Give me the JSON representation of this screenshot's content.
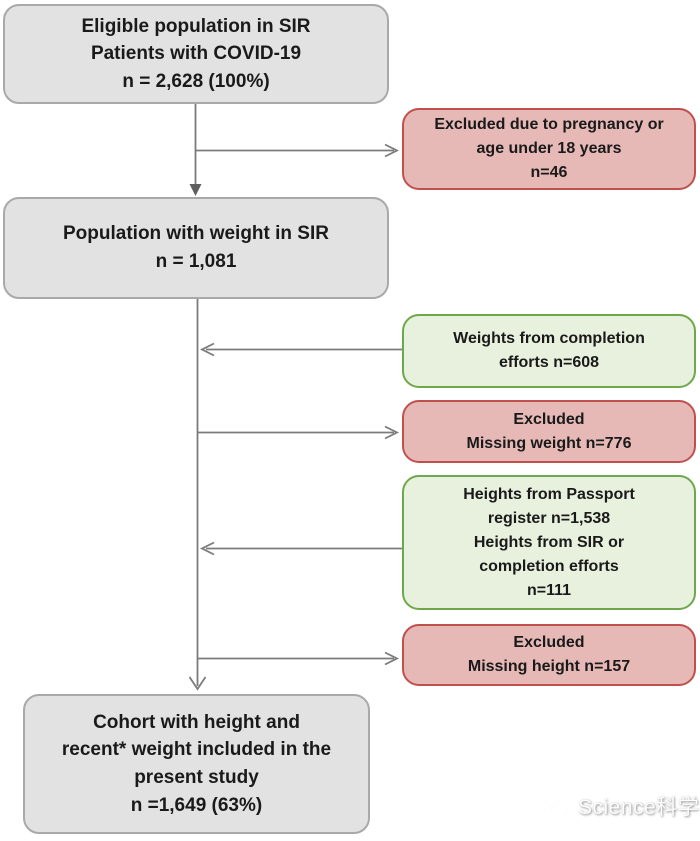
{
  "diagram": {
    "title": "COVID-19 SIR cohort selection flowchart",
    "nodes": {
      "eligible": {
        "text": "Eligible population in SIR\nPatients with COVID-19\nn = 2,628 (100%)",
        "kind": "population"
      },
      "excluded_pregnancy": {
        "text": "Excluded due to pregnancy or\nage under 18 years\nn=46",
        "kind": "excluded"
      },
      "weight_population": {
        "text": "Population with weight in SIR\nn = 1,081",
        "kind": "population"
      },
      "weights_sources": {
        "text": "Weights from completion\nefforts n=608",
        "kind": "source"
      },
      "excluded_weight": {
        "text": "Excluded\nMissing weight n=776",
        "kind": "excluded"
      },
      "heights_sources": {
        "text": "Heights from Passport\nregister n=1,538\nHeights from SIR or\ncompletion efforts\nn=111",
        "kind": "source"
      },
      "excluded_height": {
        "text": "Excluded\nMissing height n=157",
        "kind": "excluded"
      },
      "cohort": {
        "text": "Cohort with height and\nrecent* weight included in the\npresent study\nn =1,649 (63%)",
        "kind": "population"
      }
    },
    "colors": {
      "population_fill": "#e2e2e2",
      "population_border": "#a9a9a9",
      "excluded_fill": "#e6b9b7",
      "excluded_border": "#c0504d",
      "source_fill": "#e7f1dd",
      "source_border": "#6fa84b",
      "arrow": "#7b7b7b",
      "text": "#1a1a1a"
    }
  },
  "watermark": {
    "label": "Science科学"
  }
}
